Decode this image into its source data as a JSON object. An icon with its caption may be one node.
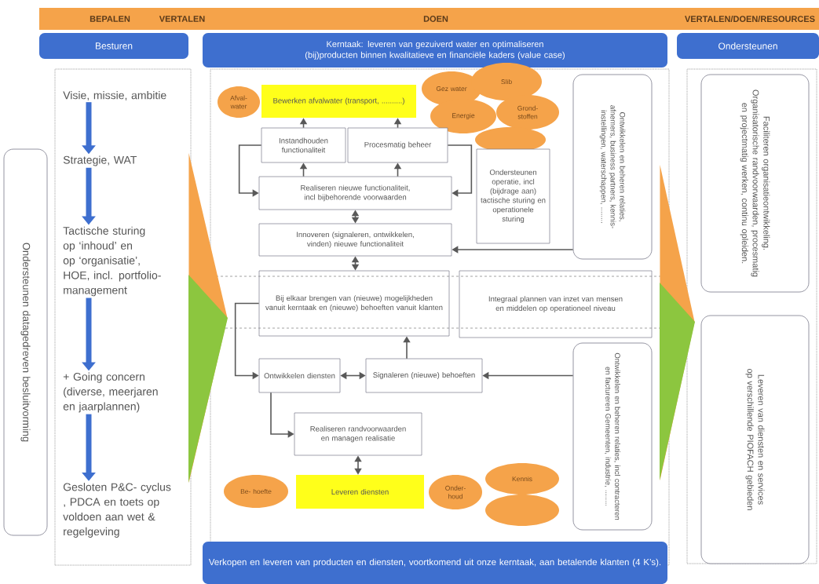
{
  "diagram": {
    "nodes": [
      {
        "text": [
          "BEPALEN",
          "VERTALEN",
          "DOEN",
          "VERTALEN/DOEN/RESOURCES"
        ]
      },
      {
        "text": [
          "Besturen"
        ]
      },
      {
        "text": [
          "Kerntaak: leveren van gezuiverd water en optimaliseren (bij)producten binnen kwalitatieve en financiële kaders (value case)"
        ]
      },
      {
        "text": [
          "Ondersteunen"
        ]
      },
      {
        "text": [],
        "shape": "box"
      },
      {
        "text": [
          "Visie, missie, ambitie"
        ],
        "in": 4
      },
      {
        "text": [
          "Strategie, WAT"
        ],
        "in": 4
      },
      {
        "text": [
          "Tactische sturing op ‘inhoud’ en op ‘organisatie’, HOE, incl. portfolio- management"
        ],
        "in": 4
      },
      {
        "text": [
          "+ Going concern (diverse, meerjaren en jaarplannen)"
        ],
        "in": 4
      },
      {
        "text": [
          "Gesloten P&C- cyclus , PDCA en toets op voldoen aan wet & regelgeving"
        ],
        "in": 4
      },
      {
        "text": [
          "Ondersteunen datagedreven besluitvorming"
        ]
      },
      {
        "text": [],
        "shape": "box"
      },
      {
        "text": [
          "Afval- water"
        ],
        "in": 11
      },
      {
        "text": [
          "Bewerken afvalwater (transport, ..........)"
        ],
        "in": 11
      },
      {
        "text": [
          "Gez water"
        ],
        "in": 11
      },
      {
        "text": [
          "Slib"
        ],
        "in": 11
      },
      {
        "text": [
          "Energie"
        ],
        "in": 11
      },
      {
        "text": [
          "Grond- stoffen"
        ],
        "in": 11
      },
      {
        "text": [],
        "shape": "ellipse",
        "in": 11
      },
      {
        "text": [
          "Instandhouden functionaliteit"
        ],
        "in": 11
      },
      {
        "text": [
          "Procesmatig beheer"
        ],
        "in": 11
      },
      {
        "text": [
          "Ondersteunen operatie, incl (bijdrage aan) tactische sturing en operationele sturing"
        ],
        "in": 11
      },
      {
        "text": [
          "Ontwikkelen en beheren relaties, afnemers, business partners, kennis- instellingen, waterschappen, ........"
        ],
        "in": 11
      },
      {
        "text": [
          "Realiseren nieuwe functionaliteit, incl bijbehorende voorwaarden"
        ],
        "in": 11
      },
      {
        "text": [
          "Innoveren (signaleren, ontwikkelen, vinden) nieuwe functionaliteit"
        ],
        "in": 11
      },
      {
        "text": [
          "Bij elkaar brengen van (nieuwe) mogelijkheden vanuit kerntaak en (nieuwe) behoeften vanuit klanten"
        ],
        "in": 11
      },
      {
        "text": [
          "Integraal plannen van inzet van mensen en middelen op operationeel niveau"
        ],
        "in": 11
      },
      {
        "text": [
          "Ontwikkelen diensten"
        ],
        "in": 11
      },
      {
        "text": [
          "Signaleren (nieuwe) behoeften"
        ],
        "in": 11
      },
      {
        "text": [
          "Ontwikkelen en beheren relaties, incl contracteren en factureren Gemeenten, industrie, ........"
        ],
        "in": 11
      },
      {
        "text": [
          "Realiseren randvoorwaarden en managen realisatie"
        ],
        "in": 11
      },
      {
        "text": [
          "Be- hoefte"
        ],
        "in": 11
      },
      {
        "text": [
          "Leveren diensten"
        ],
        "in": 11
      },
      {
        "text": [
          "Onder- houd"
        ],
        "in": 11
      },
      {
        "text": [
          "Kennis"
        ],
        "in": 11
      },
      {
        "text": [],
        "shape": "ellipse",
        "in": 11
      },
      {
        "text": [
          "Verkopen en leveren van producten en diensten, voortkomend uit onze kerntaak, aan betalende klanten (4 K’s)."
        ]
      },
      {
        "text": [],
        "shape": "box"
      },
      {
        "text": [
          "Faciliteren organisatieontwikkeling. Organisatorische randvoorwaarden, procesmatig en projectmatig werken, continu opleiden."
        ],
        "in": 37
      },
      {
        "text": [
          "Leveren van diensten en services op verschillende PIOFACH gebieden"
        ],
        "in": 37
      }
    ],
    "edges": [
      {
        "from": 5,
        "to": 6,
        "arrow": "to",
        "style": "thick",
        "color": "#3e6fcf"
      },
      {
        "from": 6,
        "to": 7,
        "arrow": "to",
        "style": "thick",
        "color": "#3e6fcf"
      },
      {
        "from": 7,
        "to": 8,
        "arrow": "to",
        "style": "thick",
        "color": "#3e6fcf"
      },
      {
        "from": 8,
        "to": 9,
        "arrow": "to",
        "style": "thick",
        "color": "#3e6fcf"
      },
      {
        "from": 4,
        "to": 11,
        "arrow": "to",
        "color": "#f5a34a"
      },
      {
        "from": 11,
        "to": 37,
        "arrow": "to",
        "color": "#f5a34a"
      },
      {
        "from": 19,
        "to": 13,
        "arrow": "to"
      },
      {
        "from": 20,
        "to": 13,
        "arrow": "to"
      },
      {
        "from": 23,
        "to": 19,
        "arrow": "to"
      },
      {
        "from": 23,
        "to": 20,
        "arrow": "to"
      },
      {
        "from": 19,
        "to": 23,
        "arrow": "to"
      },
      {
        "from": 20,
        "to": 23,
        "arrow": "to"
      },
      {
        "from": 23,
        "to": 24,
        "arrow": "both"
      },
      {
        "from": 24,
        "to": 25,
        "arrow": "both"
      },
      {
        "from": 22,
        "to": 24,
        "arrow": "to"
      },
      {
        "from": 25,
        "to": 27,
        "arrow": "to"
      },
      {
        "from": 28,
        "to": 25,
        "arrow": "to"
      },
      {
        "from": 27,
        "to": 28,
        "arrow": "both"
      },
      {
        "from": 29,
        "to": 28,
        "arrow": "to"
      },
      {
        "from": 27,
        "to": 30,
        "arrow": "to"
      },
      {
        "from": 30,
        "to": 32,
        "arrow": "both"
      }
    ]
  }
}
